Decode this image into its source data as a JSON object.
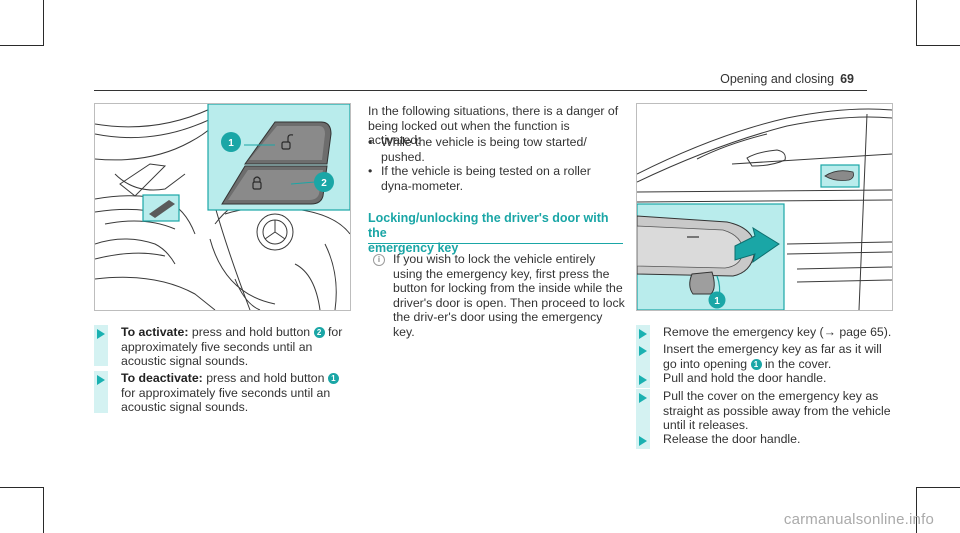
{
  "header": {
    "section": "Opening and closing",
    "page": "69"
  },
  "left": {
    "figure_labels": [
      "1",
      "2"
    ],
    "steps": [
      {
        "lead": "To activate:",
        "pre": "press and hold button",
        "num": "2",
        "post": "for approximately five seconds until an acoustic signal sounds."
      },
      {
        "lead": "To deactivate:",
        "pre": "press and hold button",
        "num": "1",
        "post": "for approximately five seconds until an acoustic signal sounds."
      }
    ]
  },
  "middle": {
    "intro": "In the following situations, there is a danger of being locked out when the function is activated:",
    "bullets": [
      "While the vehicle is being tow started/ pushed.",
      "If the vehicle is being tested on a roller dyna-mometer."
    ],
    "section_title_l1": "Locking/unlocking the driver's door with the",
    "section_title_l2": "emergency key",
    "note": "If you wish to lock the vehicle entirely using the emergency key, first press the button for locking from the inside while the driver's door is open. Then proceed to lock the driv-er's door using the emergency key."
  },
  "right": {
    "figure_labels": [
      "1"
    ],
    "step1": "Remove the emergency key (→ page 65).",
    "step2_pre": "Insert the emergency key as far as it will go into opening",
    "step2_num": "1",
    "step2_post": "in the cover.",
    "step3": "Pull and hold the door handle.",
    "step4": "Pull the cover on the emergency key as straight as possible away from the vehicle until it releases.",
    "step5": "Release the door handle."
  },
  "watermark": "carmanualsonline.info",
  "colors": {
    "accent": "#1aa6a6",
    "highlight": "#b9ecec",
    "bar": "#d4f2f2"
  }
}
